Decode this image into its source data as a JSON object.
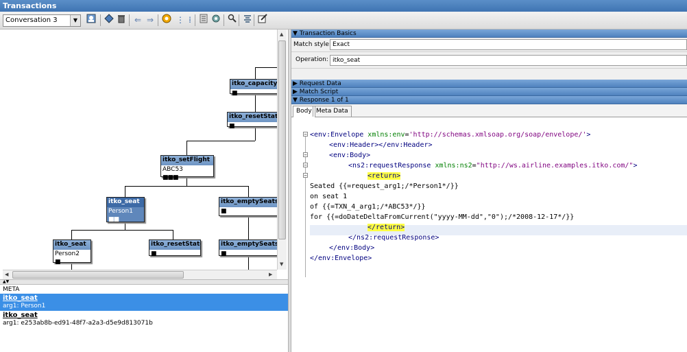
{
  "window": {
    "title": "Transactions"
  },
  "toolbar": {
    "conversation_select": "Conversation 3",
    "icons": [
      "user-icon",
      "add-node-icon",
      "delete-icon",
      "back-arrow-icon",
      "forward-arrow-icon",
      "run-icon",
      "step-icon",
      "list-icon",
      "settings-gear-icon",
      "search-icon",
      "layout-icon",
      "edit-icon"
    ]
  },
  "graph": {
    "nodes": [
      {
        "title": "itko_capacity",
        "sub": "",
        "dots": "■"
      },
      {
        "title": "itko_resetState",
        "sub": "",
        "dots": "■"
      },
      {
        "title": "itko_setFlight",
        "sub": "ABC53",
        "dots": "■■■"
      },
      {
        "title": "itko_seat",
        "sub": "Person1",
        "dots": "■■"
      },
      {
        "title": "itko_emptySeats",
        "sub": "",
        "dots": "■"
      },
      {
        "title": "itko_seat",
        "sub": "Person2",
        "dots": "■"
      },
      {
        "title": "itko_resetState",
        "sub": "",
        "dots": "■"
      },
      {
        "title": "itko_emptySeats",
        "sub": "",
        "dots": "■"
      }
    ]
  },
  "meta": {
    "header": "META",
    "rows": [
      {
        "title": "itko_seat",
        "sub": "arg1: Person1"
      },
      {
        "title": "itko_seat",
        "sub": "arg1: e253ab8b-ed91-48f7-a2a3-d5e9d813071b"
      }
    ]
  },
  "right": {
    "sections": {
      "transaction_basics": "Transaction Basics",
      "request_data": "Request Data",
      "match_script": "Match Script",
      "response": "Response 1 of 1"
    },
    "match_style_label": "Match style:",
    "match_style_value": "Exact",
    "operation_label": "Operation:",
    "operation_value": "itko_seat",
    "tabs": [
      "Body",
      "Meta Data"
    ]
  },
  "editor": {
    "lines": [
      {
        "tag": "<env:Envelope",
        "attr": " xmlns:env",
        "eq": "=",
        "str": "'http://schemas.xmlsoap.org/soap/envelope/'",
        "end": ">"
      },
      {
        "text": "<env:Header></env:Header>"
      },
      {
        "text": "<env:Body>"
      },
      {
        "tag": "<ns2:requestResponse",
        "attr": " xmlns:ns2",
        "eq": "=",
        "str": "\"http://ws.airline.examples.itko.com/\"",
        "end": ">"
      },
      {
        "text": "<return>"
      },
      {
        "text": "Seated {{=request_arg1;/*Person1*/}}"
      },
      {
        "text": "on seat 1"
      },
      {
        "text": "of {{=TXN_4_arg1;/*ABC53*/}}"
      },
      {
        "text": "for {{=doDateDeltaFromCurrent(\"yyyy-MM-dd\",\"0\");/*2008-12-17*/}}"
      },
      {
        "text": "</return>"
      },
      {
        "text": "</ns2:requestResponse>"
      },
      {
        "text": "</env:Body>"
      },
      {
        "text": "</env:Envelope>"
      }
    ]
  },
  "colors": {
    "title_bar": "#3f74b2",
    "section_header": "#5f8fc9",
    "selected_row": "#3b8fe6",
    "highlight": "#ffff44"
  }
}
